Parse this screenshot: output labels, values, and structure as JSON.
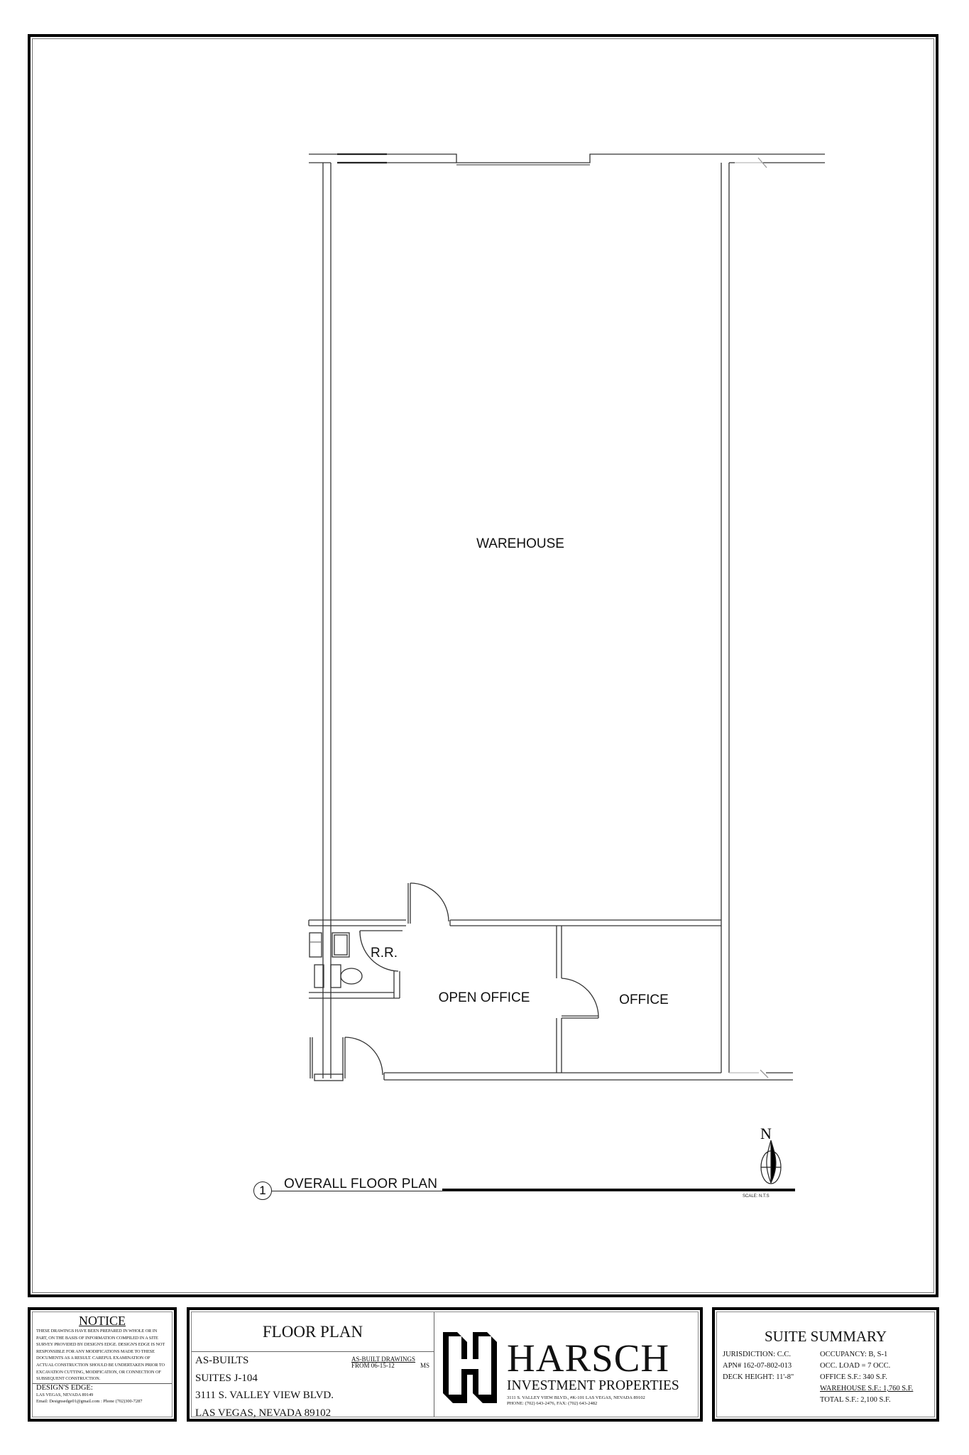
{
  "drawing": {
    "rooms": [
      {
        "id": "warehouse",
        "label": "WAREHOUSE"
      },
      {
        "id": "restroom",
        "label": "R.R."
      },
      {
        "id": "open_office",
        "label": "OPEN OFFICE"
      },
      {
        "id": "office",
        "label": "OFFICE"
      }
    ],
    "plan_number": "1",
    "plan_title": "OVERALL FLOOR PLAN",
    "scale": "SCALE: N.T.S",
    "north_label": "N"
  },
  "notice": {
    "title": "NOTICE",
    "body": "THESE DRAWINGS HAVE BEEN PREPARED IN WHOLE OR IN PART, ON THE BASIS OF INFORMATION COMPILED IN A SITE SURVEY PROVIDED BY DESIGN'S EDGE. DESIGN'S EDGE IS NOT RESPONSIBLE FOR ANY MODIFICATIONS MADE TO THESE DOCUMENTS AS A RESULT. CAREFUL EXAMINATION OF ACTUAL CONSTRUCTION SHOULD BE UNDERTAKEN PRIOR TO EXCAVATION CUTTING, MODIFICATION, OR CONNECTION OF SUBSEQUENT CONSTRUCTION.",
    "company": "DESIGN'S EDGE:",
    "location": "LAS VEGAS, NEVADA 89149",
    "contact": "Email: Designsedge01@gmail.com : Phone (702)300-7287"
  },
  "floor_plan_block": {
    "title": "FLOOR PLAN",
    "lines": [
      "AS-BUILTS",
      "SUITES J-104",
      "3111 S. VALLEY VIEW BLVD.",
      "LAS VEGAS, NEVADA 89102"
    ],
    "revision_note": "AS-BUILT DRAWINGS",
    "revision_date": "FROM 06-15-12",
    "revision_initials": "MS"
  },
  "company_logo": {
    "name": "HARSCH",
    "subtitle": "INVESTMENT PROPERTIES",
    "address": "3111 S. VALLEY VIEW BLVD., #K-101 LAS VEGAS, NEVADA 89102",
    "phone": "PHONE: (702) 643-2476, FAX: (702) 643-2482"
  },
  "suite_summary": {
    "title": "SUITE SUMMARY",
    "jurisdiction": "JURISDICTION: C.C.",
    "apn": "APN# 162-07-802-013",
    "deck_height": "DECK HEIGHT: 11'-8\"",
    "occupancy": "OCCUPANCY: B, S-1",
    "occ_load": "OCC. LOAD = 7 OCC.",
    "office_sf": "OFFICE S.F.: 340 S.F.",
    "warehouse_sf": "WAREHOUSE S.F.: 1,760 S.F.",
    "total_sf": "TOTAL S.F.: 2,100 S.F."
  }
}
